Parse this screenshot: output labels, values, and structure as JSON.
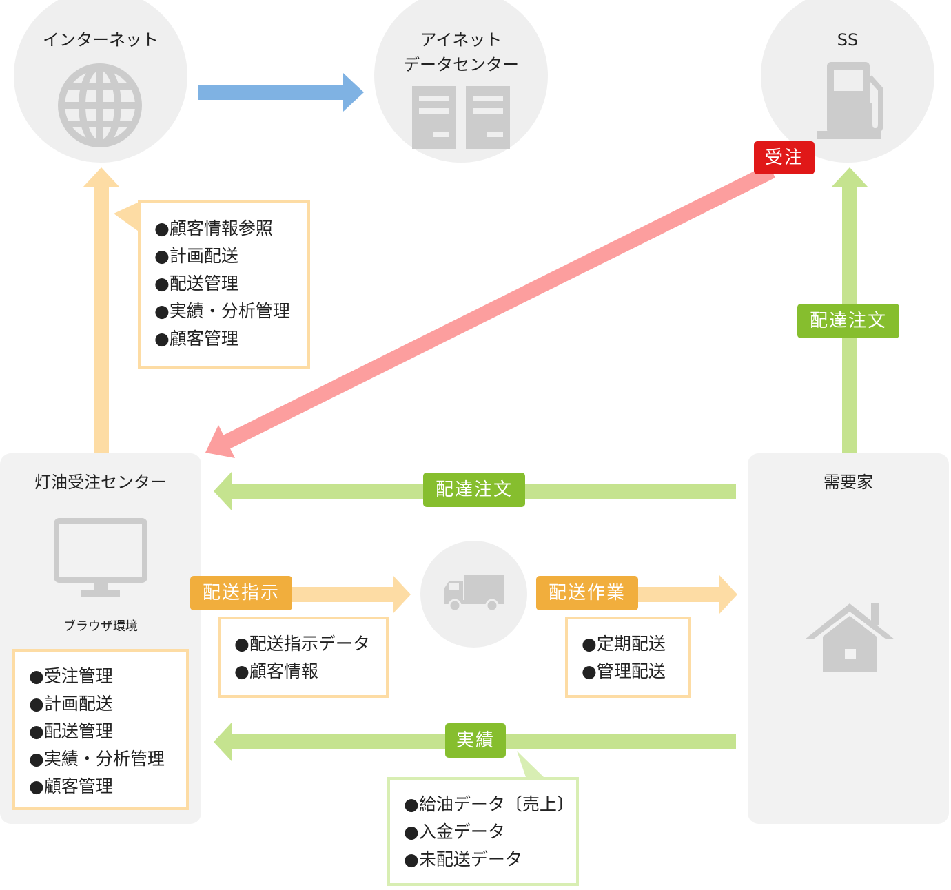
{
  "nodes": {
    "internet": {
      "label": "インターネット",
      "icon": "globe-icon"
    },
    "datacenter": {
      "label_line1": "アイネット",
      "label_line2": "データセンター",
      "icon": "server-icon"
    },
    "ss": {
      "label": "SS",
      "icon": "fuel-pump-icon"
    },
    "center": {
      "label": "灯油受注センター",
      "sublabel": "ブラウザ環境",
      "icon": "monitor-icon"
    },
    "truck": {
      "icon": "truck-icon"
    },
    "customer": {
      "label": "需要家",
      "icon": "house-icon"
    }
  },
  "flow_labels": {
    "order_received": "受注",
    "delivery_order_ss": "配達注文",
    "delivery_order_center": "配達注文",
    "delivery_instruction": "配送指示",
    "delivery_work": "配送作業",
    "results": "実績"
  },
  "notes": {
    "internet_functions": [
      "顧客情報参照",
      "計画配送",
      "配送管理",
      "実績・分析管理",
      "顧客管理"
    ],
    "center_functions": [
      "受注管理",
      "計画配送",
      "配送管理",
      "実績・分析管理",
      "顧客管理"
    ],
    "instruction_data": [
      "配送指示データ",
      "顧客情報"
    ],
    "delivery_types": [
      "定期配送",
      "管理配送"
    ],
    "result_data": [
      "給油データ〔売上〕",
      "入金データ",
      "未配送データ"
    ]
  },
  "colors": {
    "blue_arrow": "#7fb2e3",
    "red_arrow": "#fc9e9e",
    "green_arrow": "#c5e38f",
    "orange_arrow": "#fddca4",
    "icon_gray": "#cccccc",
    "red_label": "#e01818",
    "green_label": "#86be2e",
    "orange_label": "#f1ae3d"
  }
}
